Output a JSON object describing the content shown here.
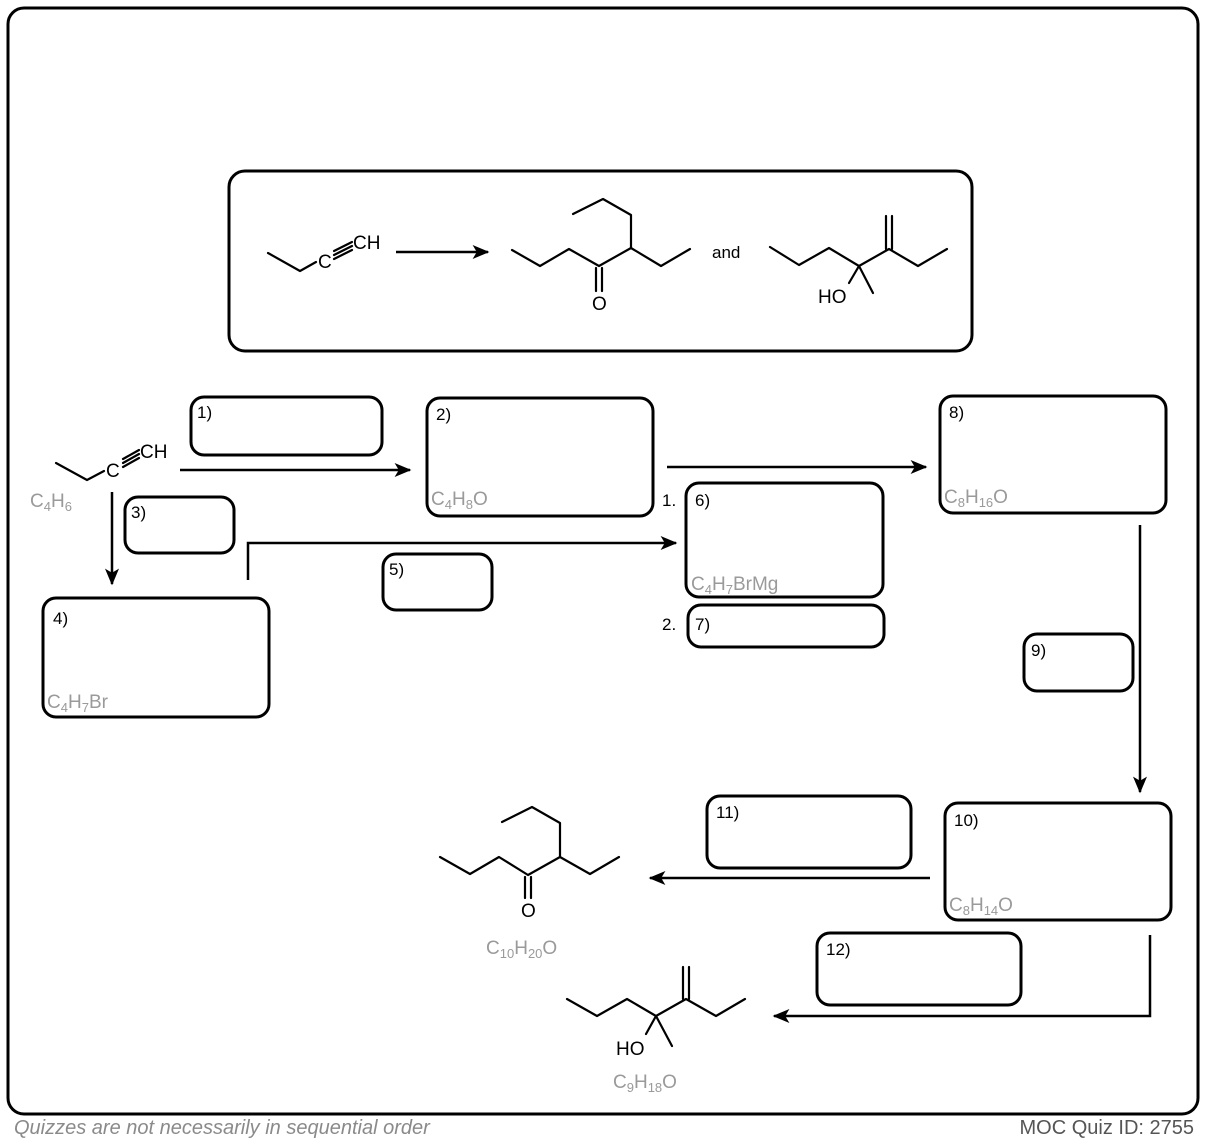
{
  "target": {
    "and_text": "and",
    "atom_ch": "CH",
    "atom_c": "C",
    "atom_o": "O",
    "atom_ho": "HO"
  },
  "start": {
    "atom_ch": "CH",
    "atom_c": "C",
    "formula": {
      "parts": [
        "C",
        "4",
        "H",
        "6"
      ]
    }
  },
  "boxes": {
    "b1": "1)",
    "b2": "2)",
    "b3": "3)",
    "b4": "4)",
    "b5": "5)",
    "b6": "6)",
    "b7": "7)",
    "b8": "8)",
    "b9": "9)",
    "b10": "10)",
    "b11": "11)",
    "b12": "12)"
  },
  "step_markers": {
    "one": "1.",
    "two": "2."
  },
  "formulas": {
    "f2": {
      "parts": [
        "C",
        "4",
        "H",
        "8",
        "O",
        ""
      ]
    },
    "f4": {
      "parts": [
        "C",
        "4",
        "H",
        "7",
        "Br",
        ""
      ]
    },
    "f6": {
      "parts": [
        "C",
        "4",
        "H",
        "7",
        "BrMg",
        ""
      ]
    },
    "f8": {
      "parts": [
        "C",
        "8",
        "H",
        "16",
        "O",
        ""
      ]
    },
    "f10": {
      "parts": [
        "C",
        "8",
        "H",
        "14",
        "O",
        ""
      ]
    },
    "ketone": {
      "parts": [
        "C",
        "10",
        "H",
        "20",
        "O",
        ""
      ]
    },
    "alcohol": {
      "parts": [
        "C",
        "9",
        "H",
        "18",
        "O",
        ""
      ]
    }
  },
  "products": {
    "ketone_o": "O",
    "alcohol_ho": "HO"
  },
  "footer": {
    "left": "Quizzes are not necessarily in sequential order",
    "right": "MOC Quiz ID: 2755"
  }
}
